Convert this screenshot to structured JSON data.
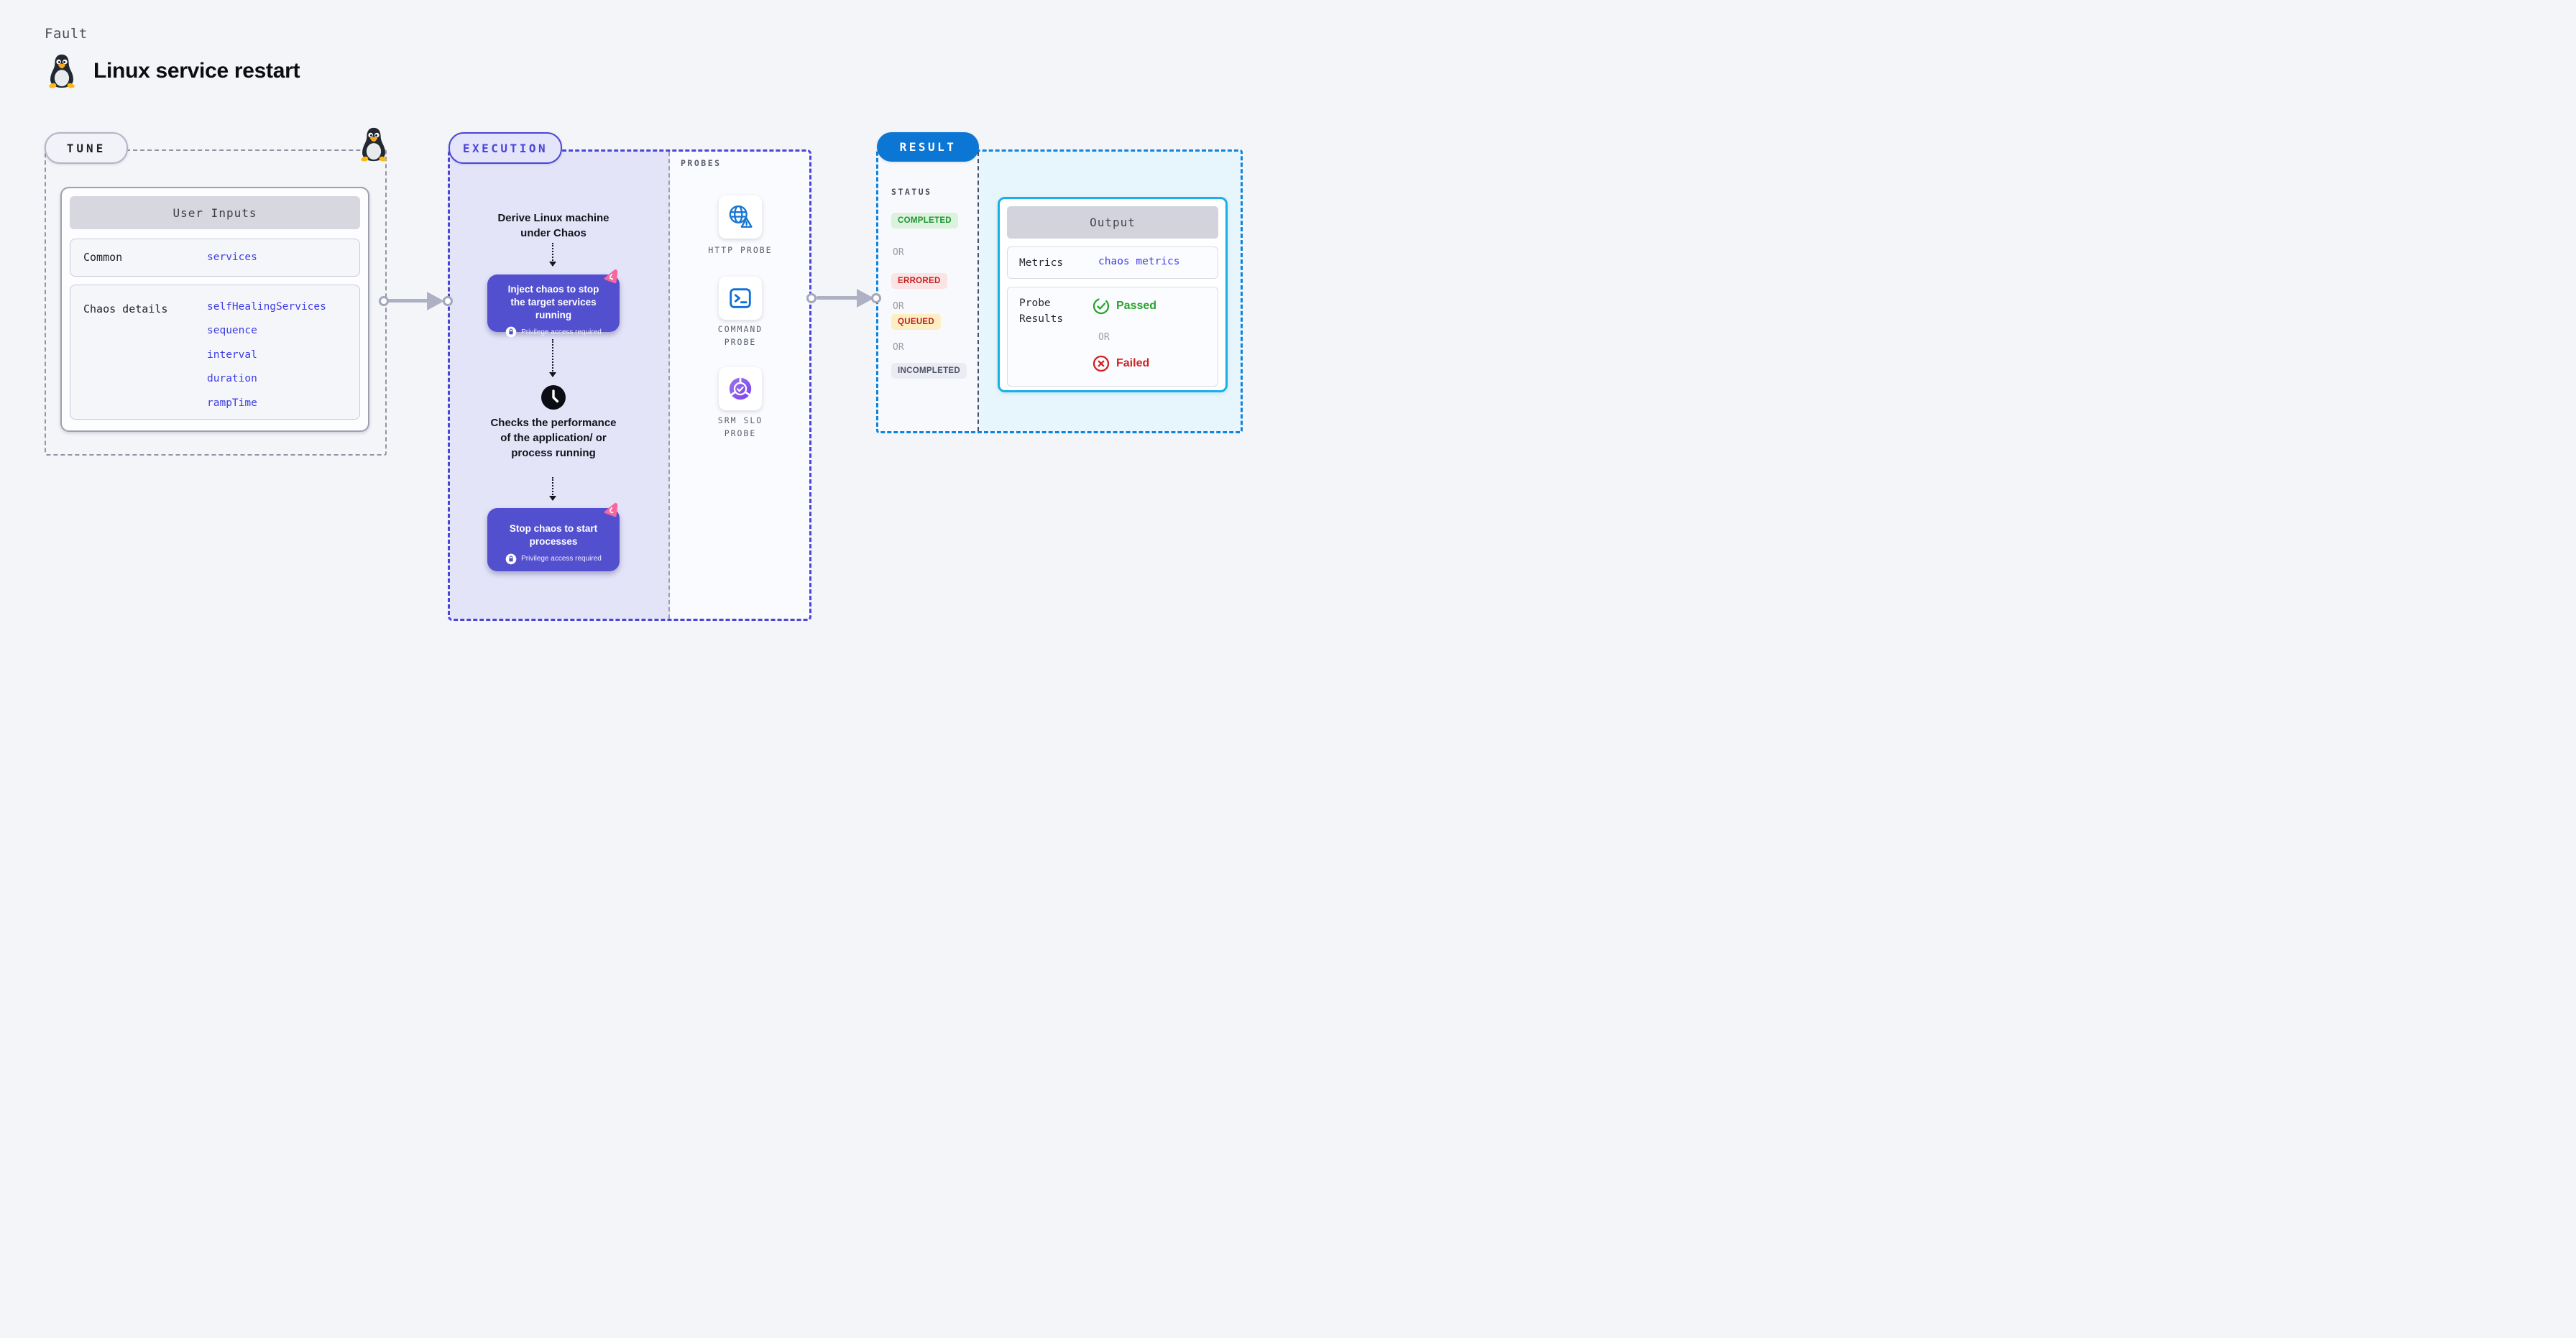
{
  "page": {
    "eyebrow": "Fault",
    "title": "Linux service restart"
  },
  "tune": {
    "label": "TUNE",
    "card_header": "User Inputs",
    "rows": [
      {
        "label": "Common",
        "values": [
          "services"
        ]
      },
      {
        "label": "Chaos details",
        "values": [
          "selfHealingServices",
          "sequence",
          "interval",
          "duration",
          "rampTime"
        ]
      }
    ]
  },
  "execution": {
    "label": "EXECUTION",
    "derive_text": "Derive Linux machine under Chaos",
    "inject": {
      "title": "Inject chaos to stop the target services running",
      "badge": "Privilege access required"
    },
    "check_text": "Checks the performance of the application/ or process running",
    "stop": {
      "title": "Stop chaos to start processes",
      "badge": "Privilege access required"
    }
  },
  "probes": {
    "label": "PROBES",
    "items": [
      {
        "name": "HTTP PROBE",
        "icon": "globe-alert-icon"
      },
      {
        "name": "COMMAND PROBE",
        "icon": "terminal-icon"
      },
      {
        "name": "SRM SLO PROBE",
        "icon": "slo-donut-check-icon"
      }
    ]
  },
  "result": {
    "label": "RESULT",
    "status": {
      "label": "STATUS",
      "or": "OR",
      "badges": [
        {
          "text": "COMPLETED"
        },
        {
          "text": "ERRORED"
        },
        {
          "text": "QUEUED"
        },
        {
          "text": "INCOMPLETED"
        }
      ]
    },
    "output": {
      "header": "Output",
      "metrics_label": "Metrics",
      "metrics_value": "chaos metrics",
      "probe_label": "Probe Results",
      "passed": "Passed",
      "or": "OR",
      "failed": "Failed"
    }
  },
  "colors": {
    "accent_purple": "#5350cf",
    "execution_border": "#4a45d7",
    "result_blue": "#0b76d4",
    "output_border": "#17b0e7",
    "completed_green": "#1d9434",
    "errored_red": "#c51f1f",
    "queued_yellow_bg": "#fdefc3",
    "param_blue": "#3d3de4",
    "passed_green": "#28a42c",
    "failed_red": "#d32020",
    "chaos_pink": "#f7679e"
  }
}
